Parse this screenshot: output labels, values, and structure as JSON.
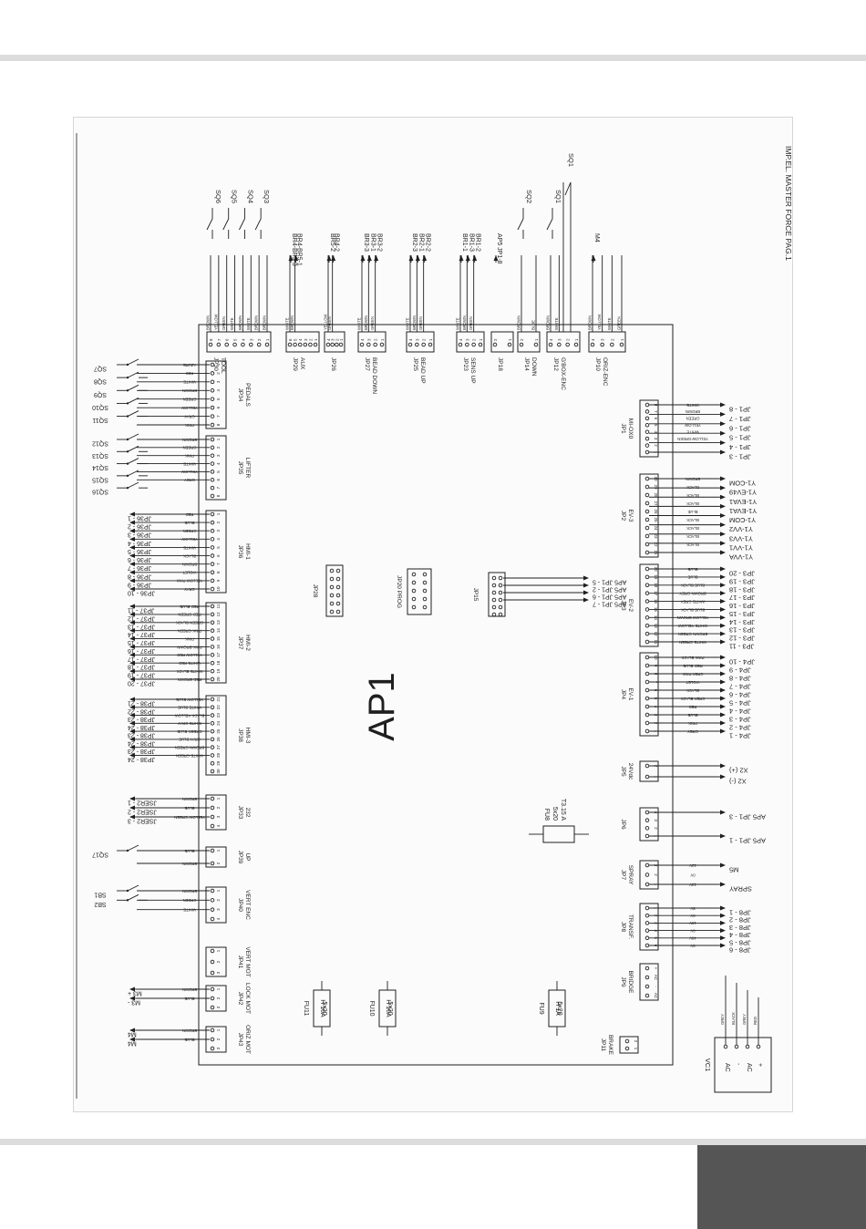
{
  "page": {
    "footer_block_color": "#555555",
    "rule_color": "#dcdcdc"
  },
  "diagram": {
    "board_label": "AP1",
    "doc_title": "IMP.EL. MASTER FORCE PAG.1",
    "fuses": {
      "fu8": [
        "FU8",
        "5x20",
        "T3.15 A"
      ],
      "fu9": [
        "FU9",
        "5x20",
        "H 1A"
      ],
      "fu10": [
        "FU10",
        "5x20",
        "H 16A"
      ],
      "fu11": [
        "FU11",
        "5x20",
        "H 16A"
      ]
    },
    "vc1": {
      "label": "VC1",
      "terminals": [
        "AC",
        "-",
        "AC",
        "+"
      ],
      "wires": [
        "GREY",
        "BLACK",
        "GREY",
        "RED"
      ]
    },
    "top_connectors": [
      {
        "name": "JP30",
        "desc": "TOOL",
        "pins": [
          "8",
          "7",
          "6",
          "5",
          "4",
          "3",
          "2",
          "1"
        ],
        "wires": [
          "BROWN",
          "YELLOW",
          "GREEN",
          "WHITE",
          "BROWN",
          "WHITE",
          "BROWN",
          "BROWN"
        ],
        "switches": [
          "SQ6",
          "SQ5",
          "SQ4",
          "SQ3"
        ]
      },
      {
        "name": "JP29",
        "desc": "AUX",
        "pins": [
          "6",
          "5",
          "4",
          "3",
          "2",
          "1"
        ],
        "wires": [
          "WHITE",
          "BROWN"
        ],
        "signals": [
          "BR4-BR5-3",
          "BR4-BR5-1"
        ]
      },
      {
        "name": "JP26",
        "desc": "",
        "pins": [
          "4",
          "3",
          "2",
          "1"
        ],
        "wires": [
          "YELLOW",
          "GREEN"
        ],
        "signals": [
          "BR5-2",
          "BR4-2"
        ]
      },
      {
        "name": "JP27",
        "desc": "BEAD DOWN",
        "pins": [
          "4",
          "3",
          "2",
          "1"
        ],
        "wires": [
          "WHITE",
          "BROWN",
          "GREEN"
        ],
        "signals": [
          "BR3-3",
          "BR3-1",
          "BR3-2"
        ]
      },
      {
        "name": "JP25",
        "desc": "BEAD UP",
        "pins": [
          "4",
          "3",
          "2",
          "1"
        ],
        "wires": [
          "WHITE",
          "BROWN",
          "GREEN"
        ],
        "signals": [
          "BR2-3",
          "BR2-1",
          "BR2-2"
        ]
      },
      {
        "name": "JP23",
        "desc": "SENS UP",
        "pins": [
          "4",
          "3",
          "2",
          "1"
        ],
        "wires": [
          "WHITE",
          "BROWN",
          "GREEN"
        ],
        "signals": [
          "BR1-1",
          "BR1-3",
          "BR1-2"
        ]
      },
      {
        "name": "JP18",
        "desc": "",
        "pins": [
          "2",
          "1"
        ],
        "wires": [],
        "signals": [
          "AP5 JP1-8"
        ]
      },
      {
        "name": "JP14",
        "desc": "DOWN",
        "pins": [
          "2",
          "1"
        ],
        "wires": [
          "BROWN",
          "BLUE"
        ],
        "switches": [
          "SQ2"
        ]
      },
      {
        "name": "JP12",
        "desc": "G'BOX-ENC",
        "pins": [
          "4",
          "3",
          "2",
          "1"
        ],
        "wires": [
          "BROWN",
          "WHITE"
        ],
        "switches": [
          "SQ1"
        ],
        "extra": [
          "WHITE",
          "WHITE"
        ]
      },
      {
        "name": "JP10",
        "desc": "ORIZ-ENC",
        "pins": [
          "4",
          "3",
          "2",
          "1"
        ],
        "wires": [
          "BROWN",
          "YELLOW",
          "WHITE",
          "GREEN"
        ],
        "signals": [
          "M4"
        ]
      }
    ],
    "left_connectors": [
      {
        "name": "JP34",
        "desc": "PEDALS",
        "pins": [
          "1",
          "2",
          "3",
          "4",
          "5",
          "6",
          "7",
          "8"
        ],
        "wires": [
          "AZURE",
          "RED",
          "WHITE",
          "BROWN",
          "GREEN",
          "YELLOW",
          "GRAY",
          "PINK"
        ],
        "switches": [
          "SQ7",
          "SQ8",
          "SQ9",
          "SQ10",
          "SQ11"
        ]
      },
      {
        "name": "JP35",
        "desc": "LIFTER",
        "pins": [
          "1",
          "2",
          "3",
          "4",
          "5",
          "6",
          "7",
          "8"
        ],
        "wires": [
          "BROWN",
          "GREEN",
          "PINK",
          "WHITE",
          "YELLOW",
          "GREY"
        ],
        "switches": [
          "SQ12",
          "SQ13",
          "SQ14",
          "SQ15",
          "SQ16"
        ]
      },
      {
        "name": "JP36",
        "desc": "HMI-1",
        "pins": [
          "1",
          "2",
          "3",
          "4",
          "5",
          "6",
          "7",
          "8",
          "9",
          "10"
        ],
        "wires": [
          "RED",
          "BLUE",
          "GREEN",
          "YELLOW",
          "WHITE",
          "BLACK",
          "BROWN",
          "VIOLET",
          "YELLOW-PINK",
          "GRAY"
        ],
        "signals": [
          "JP36 - 1",
          "JP36 - 2",
          "JP36 - 3",
          "JP36 - 4",
          "JP36 - 5",
          "JP36 - 6",
          "JP36 - 7",
          "JP36 - 8",
          "JP36 - 9",
          "JP36 - 10"
        ]
      },
      {
        "name": "JP37",
        "desc": "HMI-2",
        "pins": [
          "11",
          "12",
          "13",
          "14",
          "15",
          "16",
          "17",
          "18",
          "19",
          "20"
        ],
        "wires": [
          "RED-BLUE",
          "RED-GREEN",
          "GREEN-BLACK",
          "PINK-GREEN",
          "PINK",
          "PINK-BROWN",
          "YELLOW-RED",
          "WHITE-RED",
          "WHITE-BLACK",
          "RED-BROWN"
        ],
        "signals": [
          "JP37 - 11",
          "JP37 - 12",
          "JP37 - 13",
          "JP37 - 14",
          "JP37 - 15",
          "JP37 - 16",
          "JP37 - 17",
          "JP37 - 18",
          "JP37 - 19",
          "JP37 - 20"
        ]
      },
      {
        "name": "JP38",
        "desc": "HMI-3",
        "pins": [
          "21",
          "22",
          "23",
          "24",
          "25",
          "26",
          "27",
          "28",
          "29",
          "30"
        ],
        "wires": [
          "YELLOW-BLUE",
          "WHITE-BLUE",
          "BLACK-YELLOW",
          "WHITE-GRAY",
          "GREEN-BLUE",
          "GRAY-BLUE",
          "BROWN-GREEN",
          "WHITE-GREEN"
        ],
        "signals": [
          "JP38 - 21",
          "JP38 - 22",
          "JP38 - 23",
          "JP38 - 24",
          "JP38 - 23",
          "JP38 - 24",
          "JP38 - 23",
          "JP38 - 24"
        ]
      },
      {
        "name": "JP33",
        "desc": "232",
        "pins": [
          "1",
          "2",
          "3",
          "4"
        ],
        "wires": [
          "BROWN",
          "BLUE",
          "YELLOW-GREEN"
        ],
        "signals": [
          "JSER2 - 1",
          "JSER2 - 2",
          "JSER2 - 3"
        ]
      },
      {
        "name": "JP39",
        "desc": "UP",
        "pins": [
          "1",
          "2"
        ],
        "wires": [
          "BLUE",
          "BROWN"
        ],
        "switches": [
          "SQ17"
        ]
      },
      {
        "name": "JP40",
        "desc": "VERT ENC",
        "pins": [
          "1",
          "2",
          "3",
          "4"
        ],
        "wires": [
          "BROWN",
          "GREEN",
          "WHITE"
        ],
        "switches": [
          "SB1",
          "SB2"
        ]
      },
      {
        "name": "JP41",
        "desc": "VERT MOT",
        "pins": [
          "1",
          "2",
          "3"
        ],
        "wires": [],
        "signals": []
      },
      {
        "name": "JP42",
        "desc": "LOCK MOT",
        "pins": [
          "1",
          "2",
          "3"
        ],
        "wires": [
          "BROWN",
          "BLUE"
        ],
        "signals": [
          "M3 +",
          "M3 -"
        ]
      },
      {
        "name": "JP43",
        "desc": "ORIZ MOT",
        "pins": [
          "1",
          "2",
          "3"
        ],
        "wires": [
          "BROWN",
          "BLUE"
        ],
        "signals": [
          "M4",
          "M4"
        ]
      }
    ],
    "right_connectors": [
      {
        "name": "JP1",
        "desc": "MI-OX0",
        "pins": [
          "8",
          "7",
          "6",
          "5",
          "4",
          "3",
          "2",
          "1"
        ],
        "wires": [
          "WHITE",
          "BROWN",
          "GREEN",
          "YELLOW",
          "WHITE",
          "YELLOW-GREEN"
        ],
        "signals": [
          "JP1 - 8",
          "JP1 - 7",
          "JP1 - 6",
          "JP1 - 5",
          "JP1 - 4",
          "JP1 - 3"
        ]
      },
      {
        "name": "JP2",
        "desc": "EV-3",
        "pins": [
          "30",
          "29",
          "28",
          "27",
          "26",
          "25",
          "24",
          "23",
          "22",
          "21"
        ],
        "wires": [
          "BROWN",
          "BLACK",
          "BLACK",
          "BLACK",
          "BLUE",
          "BLACK",
          "BLACK",
          "BLACK",
          "BLACK"
        ],
        "signals": [
          "Y1-COM",
          "Y1-EV49",
          "Y1-EVA1",
          "Y1-EVA1",
          "Y1-COM",
          "Y1-VV2",
          "Y1-VV3",
          "Y1-VV1",
          "Y1-VVA"
        ]
      },
      {
        "name": "JP3",
        "desc": "EV-2",
        "pins": [
          "20",
          "19",
          "18",
          "17",
          "16",
          "15",
          "14",
          "13",
          "12",
          "11"
        ],
        "wires": [
          "BLUE",
          "BLUE",
          "BLUE-BLACK",
          "BROWN-GREY",
          "WHITE-GREY",
          "BLUE-BLACK",
          "YELLOW-BROWN",
          "WHITE-YELLOW",
          "BROWN-GREEN",
          "WHITE-GREEN"
        ],
        "signals": [
          "JP3 - 20",
          "JP3 - 19",
          "JP3 - 18",
          "JP3 - 17",
          "JP3 - 16",
          "JP3 - 15",
          "JP3 - 14",
          "JP3 - 13",
          "JP3 - 12",
          "JP3 - 11"
        ]
      },
      {
        "name": "JP4",
        "desc": "EV-1",
        "pins": [
          "10",
          "9",
          "8",
          "7",
          "6",
          "5",
          "4",
          "3",
          "2",
          "1"
        ],
        "wires": [
          "PINK-BLACK",
          "RED-BLUE",
          "GREY-PINK",
          "VIOLET",
          "BLACK",
          "GREY-BLACK",
          "RED",
          "BLUE",
          "PINK",
          "GREY"
        ],
        "signals": [
          "JP4 - 10",
          "JP4 - 9",
          "JP4 - 8",
          "JP4 - 7",
          "JP4 - 6",
          "JP4 - 5",
          "JP4 - 4",
          "JP4 - 3",
          "JP4 - 2",
          "JP4 - 1"
        ]
      },
      {
        "name": "JP5",
        "desc": "24Vdc",
        "pins": [
          "2",
          "1"
        ],
        "wires": [],
        "signals": [
          "X2 (+)",
          "X2 (-)"
        ]
      },
      {
        "name": "JP6",
        "desc": "",
        "pins": [
          "4",
          "3",
          "2",
          "1"
        ],
        "wires": [],
        "signals": [
          "AP5 JP1 - 3",
          "AP5 JP1 - 1"
        ]
      },
      {
        "name": "JP7",
        "desc": "SPRAY",
        "pins": [
          "3",
          "2",
          "1"
        ],
        "wires": [
          "12V",
          "0V",
          "12V"
        ],
        "signals": [
          "M5",
          "SPRAY"
        ]
      },
      {
        "name": "JP8",
        "desc": "TRANSF.",
        "pins": [
          "1",
          "2",
          "3",
          "4",
          "5",
          "6"
        ],
        "wires": [
          "8V",
          "0V",
          "18V",
          "0V",
          "48V",
          "0V"
        ],
        "signals": [
          "JP8 - 1",
          "JP8 - 2",
          "JP8 - 3",
          "JP8 - 4",
          "JP8 - 5",
          "JP8 - 6"
        ]
      },
      {
        "name": "JP9",
        "desc": "BRIDGE",
        "pins": [
          "+",
          "AC",
          "-",
          "AC"
        ],
        "wires": [],
        "signals": []
      },
      {
        "name": "JP11",
        "desc": "BRAKE",
        "pins": [
          "2",
          "1"
        ],
        "wires": [],
        "signals": []
      }
    ],
    "inner_connectors": [
      {
        "name": "JP28",
        "desc": ""
      },
      {
        "name": "JP20",
        "desc": "PROG"
      },
      {
        "name": "JP15",
        "desc": "",
        "signals": [
          "AP5 JP1 - 5",
          "AP5 JP1 - 2",
          "AP5 JP1 - 6",
          "AP5 JP1 - 7"
        ]
      }
    ]
  }
}
